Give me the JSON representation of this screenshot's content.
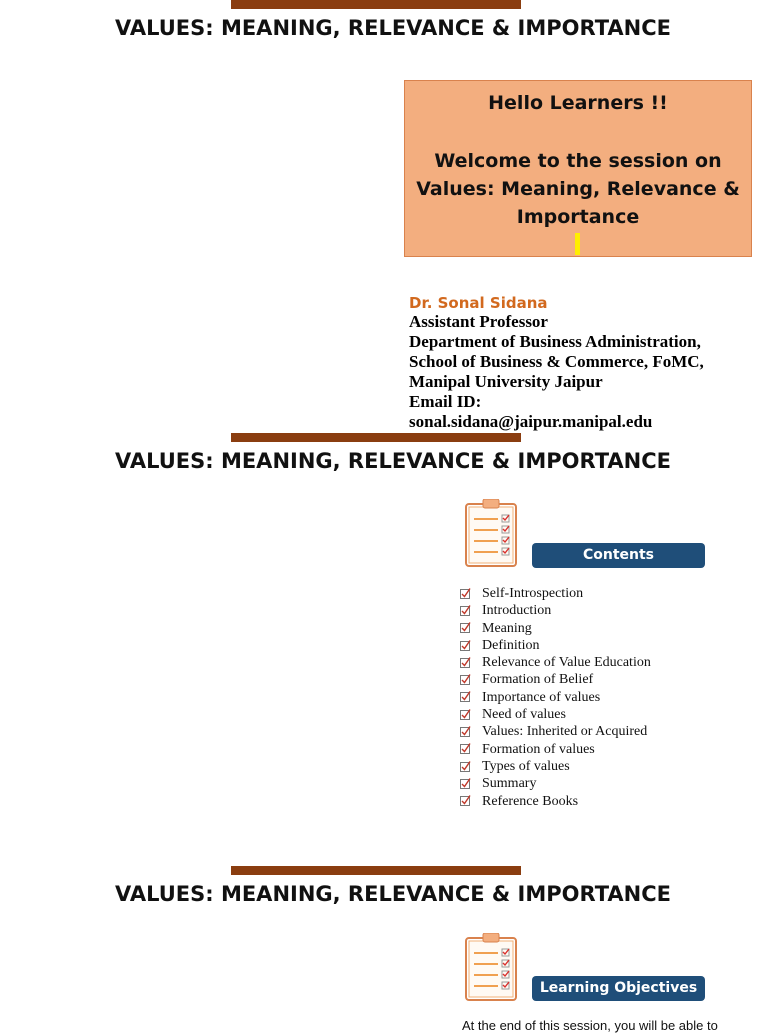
{
  "slide1": {
    "title": "VALUES: MEANING, RELEVANCE & IMPORTANCE",
    "welcome": {
      "greeting": "Hello Learners !!",
      "line1": "Welcome to the session on",
      "line2": "Values: Meaning, Relevance &",
      "line3": "Importance"
    },
    "author": {
      "name": "Dr. Sonal Sidana",
      "designation": "Assistant Professor",
      "department": "Department of Business Administration,",
      "school": "School of Business & Commerce, FoMC,",
      "university": "Manipal University Jaipur",
      "email_label": "Email ID:",
      "email": "sonal.sidana@jaipur.manipal.edu"
    }
  },
  "slide2": {
    "title": "VALUES: MEANING, RELEVANCE & IMPORTANCE",
    "badge": "Contents",
    "items": [
      "Self-Introspection",
      "Introduction",
      "Meaning",
      "Definition",
      "Relevance of Value Education",
      "Formation of Belief",
      "Importance of values",
      "Need of values",
      "Values: Inherited or Acquired",
      "Formation of values",
      "Types of values",
      "Summary",
      "Reference Books"
    ]
  },
  "slide3": {
    "title": "VALUES: MEANING, RELEVANCE & IMPORTANCE",
    "badge": "Learning Objectives",
    "partial_text": "At the end of this session, you will be able to"
  },
  "colors": {
    "accent_bar": "#8a3d10",
    "welcome_box": "#f3ae7f",
    "author_name": "#d2691e",
    "badge": "#1f4e79"
  }
}
